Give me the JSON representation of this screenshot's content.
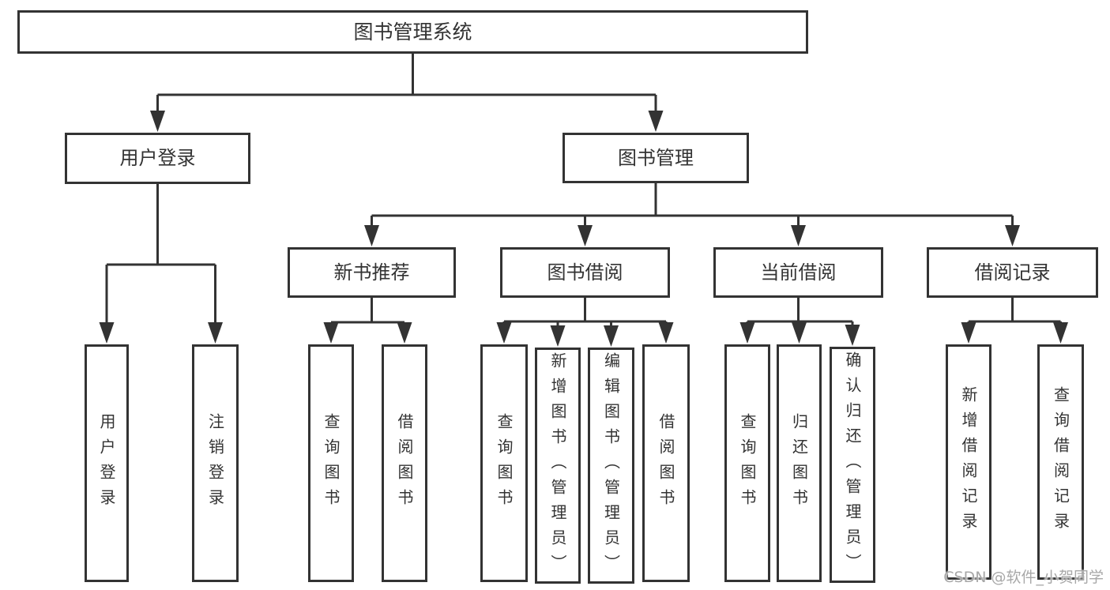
{
  "diagram": {
    "title": "图书管理系统",
    "nodes": [
      {
        "id": "root",
        "label": "图书管理系统",
        "children": [
          "user_login",
          "book_mgmt"
        ]
      },
      {
        "id": "user_login",
        "label": "用户登录",
        "children": [
          "login",
          "logout"
        ]
      },
      {
        "id": "book_mgmt",
        "label": "图书管理",
        "children": [
          "new_book_rec",
          "book_borrow",
          "current_borrow",
          "borrow_records"
        ]
      },
      {
        "id": "new_book_rec",
        "label": "新书推荐",
        "children": [
          "nr_query",
          "nr_borrow"
        ]
      },
      {
        "id": "book_borrow",
        "label": "图书借阅",
        "children": [
          "bb_query",
          "bb_add",
          "bb_edit",
          "bb_borrow"
        ]
      },
      {
        "id": "current_borrow",
        "label": "当前借阅",
        "children": [
          "cb_query",
          "cb_return",
          "cb_confirm"
        ]
      },
      {
        "id": "borrow_records",
        "label": "借阅记录",
        "children": [
          "br_add",
          "br_query"
        ]
      },
      {
        "id": "login",
        "label": "用户登录",
        "vertical": true
      },
      {
        "id": "logout",
        "label": "注销登录",
        "vertical": true
      },
      {
        "id": "nr_query",
        "label": "查询图书",
        "vertical": true
      },
      {
        "id": "nr_borrow",
        "label": "借阅图书",
        "vertical": true
      },
      {
        "id": "bb_query",
        "label": "查询图书",
        "vertical": true
      },
      {
        "id": "bb_add",
        "label": "新增图书（管理员）",
        "vertical": true
      },
      {
        "id": "bb_edit",
        "label": "编辑图书（管理员）",
        "vertical": true
      },
      {
        "id": "bb_borrow",
        "label": "借阅图书",
        "vertical": true
      },
      {
        "id": "cb_query",
        "label": "查询图书",
        "vertical": true
      },
      {
        "id": "cb_return",
        "label": "归还图书",
        "vertical": true
      },
      {
        "id": "cb_confirm",
        "label": "确认归还（管理员）",
        "vertical": true
      },
      {
        "id": "br_add",
        "label": "新增借阅记录",
        "vertical": true
      },
      {
        "id": "br_query",
        "label": "查询借阅记录",
        "vertical": true
      }
    ]
  },
  "watermark": {
    "text": "CSDN @软件_小贺同学"
  },
  "colors": {
    "line": "#333333",
    "box_border": "#333333",
    "text": "#333333",
    "watermark": "#a8a8a8",
    "background": "#ffffff"
  }
}
